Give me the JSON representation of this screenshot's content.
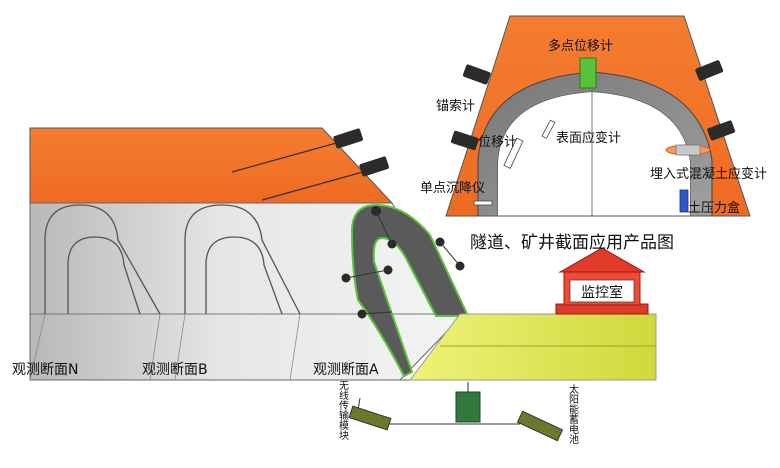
{
  "title": "隧道、矿井截面应用产品图",
  "monitor_room": "监控室",
  "sections": {
    "n": "观测断面N",
    "b": "观测断面B",
    "a": "观测断面A"
  },
  "sensors": {
    "multipoint": "多点位移计",
    "anchor": "锚索计",
    "displacement": "位移计",
    "surface_strain": "表面应变计",
    "single_point": "单点沉降仪",
    "embedded_strain": "埋入式混凝土应变计",
    "earth_pressure": "土压力盒"
  },
  "devices": {
    "wireless": "无线传输模块",
    "solar": "太阳能蓄电池"
  },
  "colors": {
    "rock_orange": "#f07a2e",
    "lining_gray": "#8a8a8a",
    "ground_yellow": "#d8e23c",
    "roof_red": "#e03a2a",
    "sensor_green": "#58c23a"
  }
}
